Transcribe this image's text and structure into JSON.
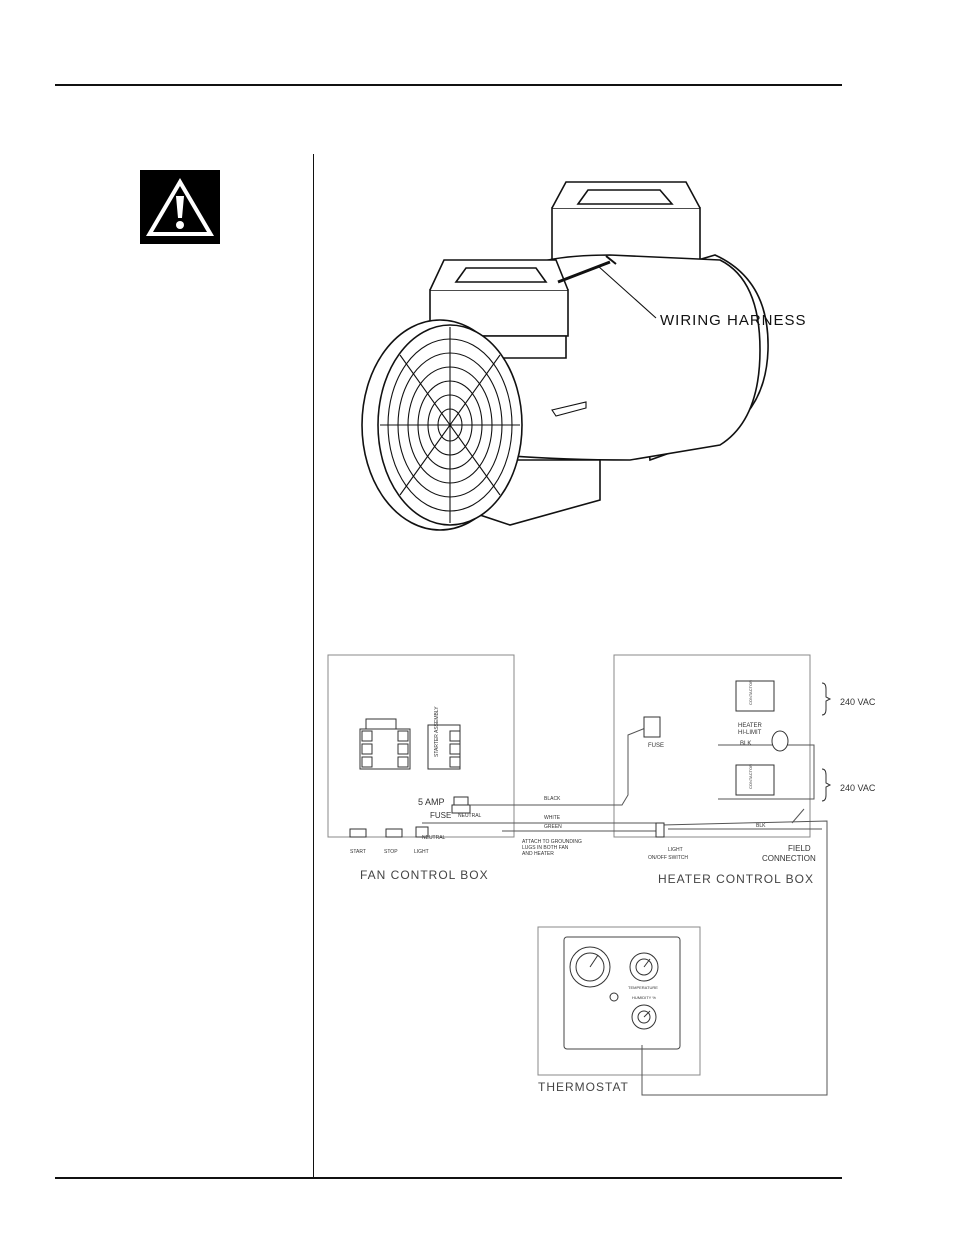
{
  "figure_top": {
    "callout": "WIRING HARNESS"
  },
  "figure_bottom": {
    "fan_box": {
      "title": "FAN CONTROL BOX",
      "starter": "STARTER ASSEMBLY",
      "fuse_rating": "5 AMP",
      "fuse": "FUSE",
      "neutral": "NEUTRAL",
      "buttons": [
        "START",
        "STOP",
        "LIGHT"
      ]
    },
    "wires": {
      "black": "BLACK",
      "white": "WHITE",
      "green": "GREEN",
      "neutral": "NEUTRAL",
      "blk": "BLK",
      "ground_note_1": "ATTACH TO GROUNDING",
      "ground_note_2": "LUGS IN BOTH FAN",
      "ground_note_3": "AND HEATER"
    },
    "heater_box": {
      "title": "HEATER CONTROL BOX",
      "fuse": "FUSE",
      "contactor": "CONTACTOR",
      "hi_limit_1": "HEATER",
      "hi_limit_2": "HI-LIMIT",
      "blk": "BLK",
      "vac_1": "240 VAC",
      "vac_2": "240 VAC",
      "light": "LIGHT",
      "switch": "ON/OFF SWITCH",
      "field_1": "FIELD",
      "field_2": "CONNECTION"
    },
    "thermostat": {
      "title": "THERMOSTAT",
      "temperature": "TEMPERATURE",
      "humidity": "HUMIDITY %"
    }
  }
}
